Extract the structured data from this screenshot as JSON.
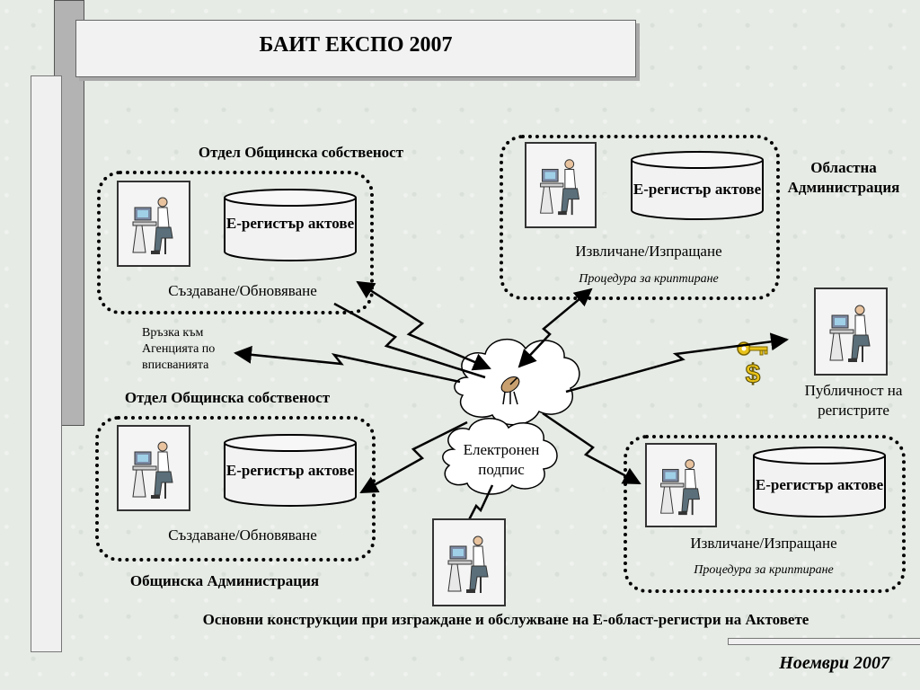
{
  "title": "БАИТ ЕКСПО 2007",
  "groups": {
    "top_left": {
      "heading": "Отдел Общинска собственост",
      "db_label": "Е-регистър актове",
      "action": "Създаване/Обновяване"
    },
    "top_right": {
      "heading": "Областна Администрация",
      "db_label": "Е-регистър актове",
      "action": "Извличане/Изпращане",
      "procedure": "Процедура за криптиране"
    },
    "bottom_left": {
      "heading": "Отдел Общинска собственост",
      "db_label": "Е-регистър актове",
      "action": "Създаване/Обновяване",
      "footer": "Общинска Администрация"
    },
    "bottom_right": {
      "db_label": "Е-регистър актове",
      "action": "Извличане/Изпращане",
      "procedure": "Процедура за криптиране"
    }
  },
  "agency_link": "Връзка към Агенцията по вписванията",
  "public_access": "Публичност на регистрите",
  "cloud_sig": "Електронен подпис",
  "caption": "Основни конструкции при изграждане и обслужване на Е-област-регистри на Актовете",
  "date": "Ноември 2007",
  "icons": {
    "computer": "computer-user-icon",
    "database": "database-cylinder-icon",
    "satellite": "satellite-dish-icon",
    "key": "key-icon",
    "dollar": "dollar-icon"
  }
}
